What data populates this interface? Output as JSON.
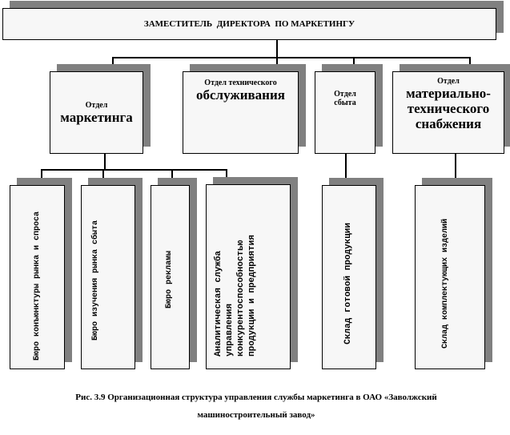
{
  "top": {
    "title": "ЗАМЕСТИТЕЛЬ  ДИРЕКТОРА  ПО МАРКЕТИНГУ"
  },
  "departments": [
    {
      "line1": "Отдел",
      "line2": "маркетинга"
    },
    {
      "line1": "Отдел  технического",
      "line2": "обслуживания"
    },
    {
      "line1": "Отдел",
      "line2": "сбыта"
    },
    {
      "line1": "Отдел",
      "line2": "материально-технического снабжения"
    }
  ],
  "units": [
    {
      "text": "Бюро конъюнктуры рынка и спроса"
    },
    {
      "text": "Бюро изучения рынка сбыта"
    },
    {
      "text": "Бюро рекламы"
    },
    {
      "text": "Аналитическая служба управления конкурентоспособностью продукции и предприятия"
    },
    {
      "text": "Склад готовой продукции"
    },
    {
      "text": "Склад комплектующих  изделий"
    }
  ],
  "caption": "Рис. 3.9 Организационная структура управления службы маркетинга в ОАО «Заволжский машиностроительный завод»"
}
